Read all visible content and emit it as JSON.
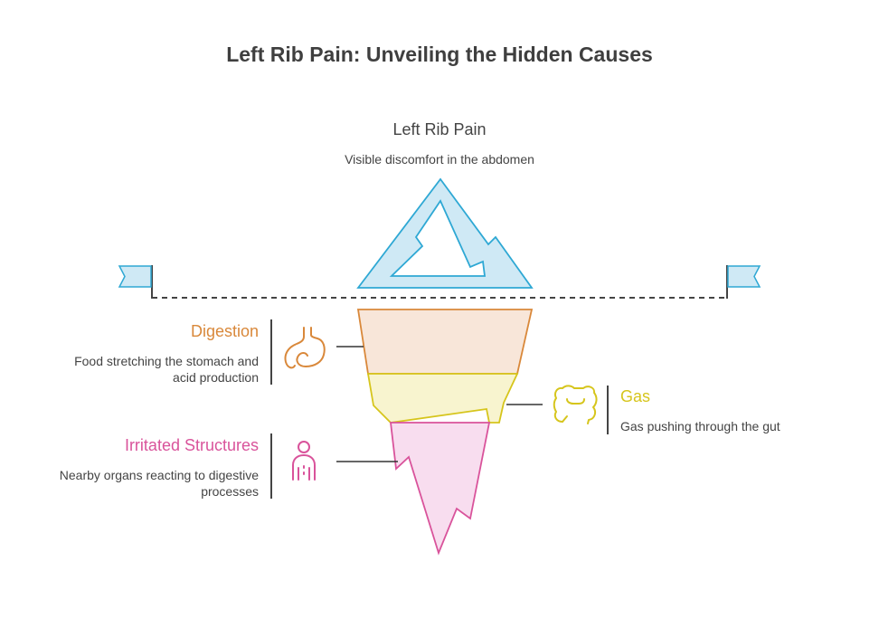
{
  "title": "Left Rib Pain: Unveiling the Hidden Causes",
  "tip": {
    "title": "Left Rib Pain",
    "description": "Visible discomfort in the abdomen"
  },
  "layers": [
    {
      "name": "Digestion",
      "description": "Food stretching the stomach and acid production",
      "icon": "stomach-icon",
      "color": "#d9883a",
      "fill": "#f8e6d9",
      "side": "left"
    },
    {
      "name": "Gas",
      "description": "Gas pushing through the gut",
      "icon": "intestine-icon",
      "color": "#d6c51c",
      "fill": "#f8f4cf",
      "side": "right"
    },
    {
      "name": "Irritated Structures",
      "description": "Nearby organs reacting to digestive processes",
      "icon": "person-icon",
      "color": "#d9539b",
      "fill": "#f8ddef",
      "side": "left"
    }
  ],
  "colors": {
    "tip_stroke": "#2ea8d4",
    "tip_fill": "#cfe9f5",
    "flag_fill": "#cfe9f5",
    "waterline": "#444444"
  }
}
